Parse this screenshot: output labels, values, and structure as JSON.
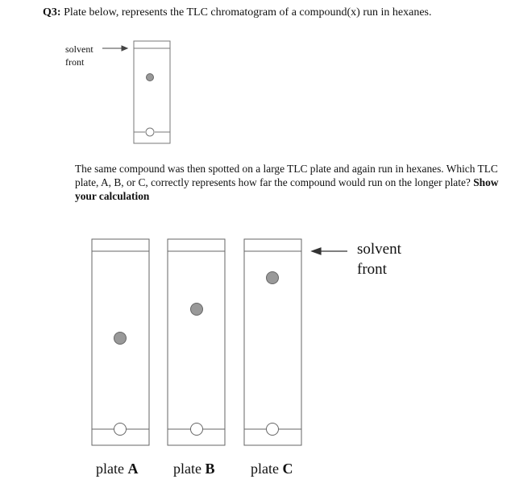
{
  "question": {
    "number": "Q3:",
    "text": "Plate below, represents the TLC chromatogram of a compound(x) run in hexanes."
  },
  "small_plate": {
    "label_line1": "solvent",
    "label_line2": "front"
  },
  "paragraph": {
    "text": "The same compound was then spotted on a large TLC plate and again run in hexanes. Which TLC plate, A, B, or C, correctly represents how far the compound would run on the longer plate?",
    "emphasis": "Show your calculation"
  },
  "large_plates": {
    "label_line1": "solvent",
    "label_line2": "front",
    "plates": [
      {
        "prefix": "plate",
        "letter": "A"
      },
      {
        "prefix": "plate",
        "letter": "B"
      },
      {
        "prefix": "plate",
        "letter": "C"
      }
    ]
  },
  "colors": {
    "spot_fill": "#999999",
    "stroke": "#666666"
  }
}
